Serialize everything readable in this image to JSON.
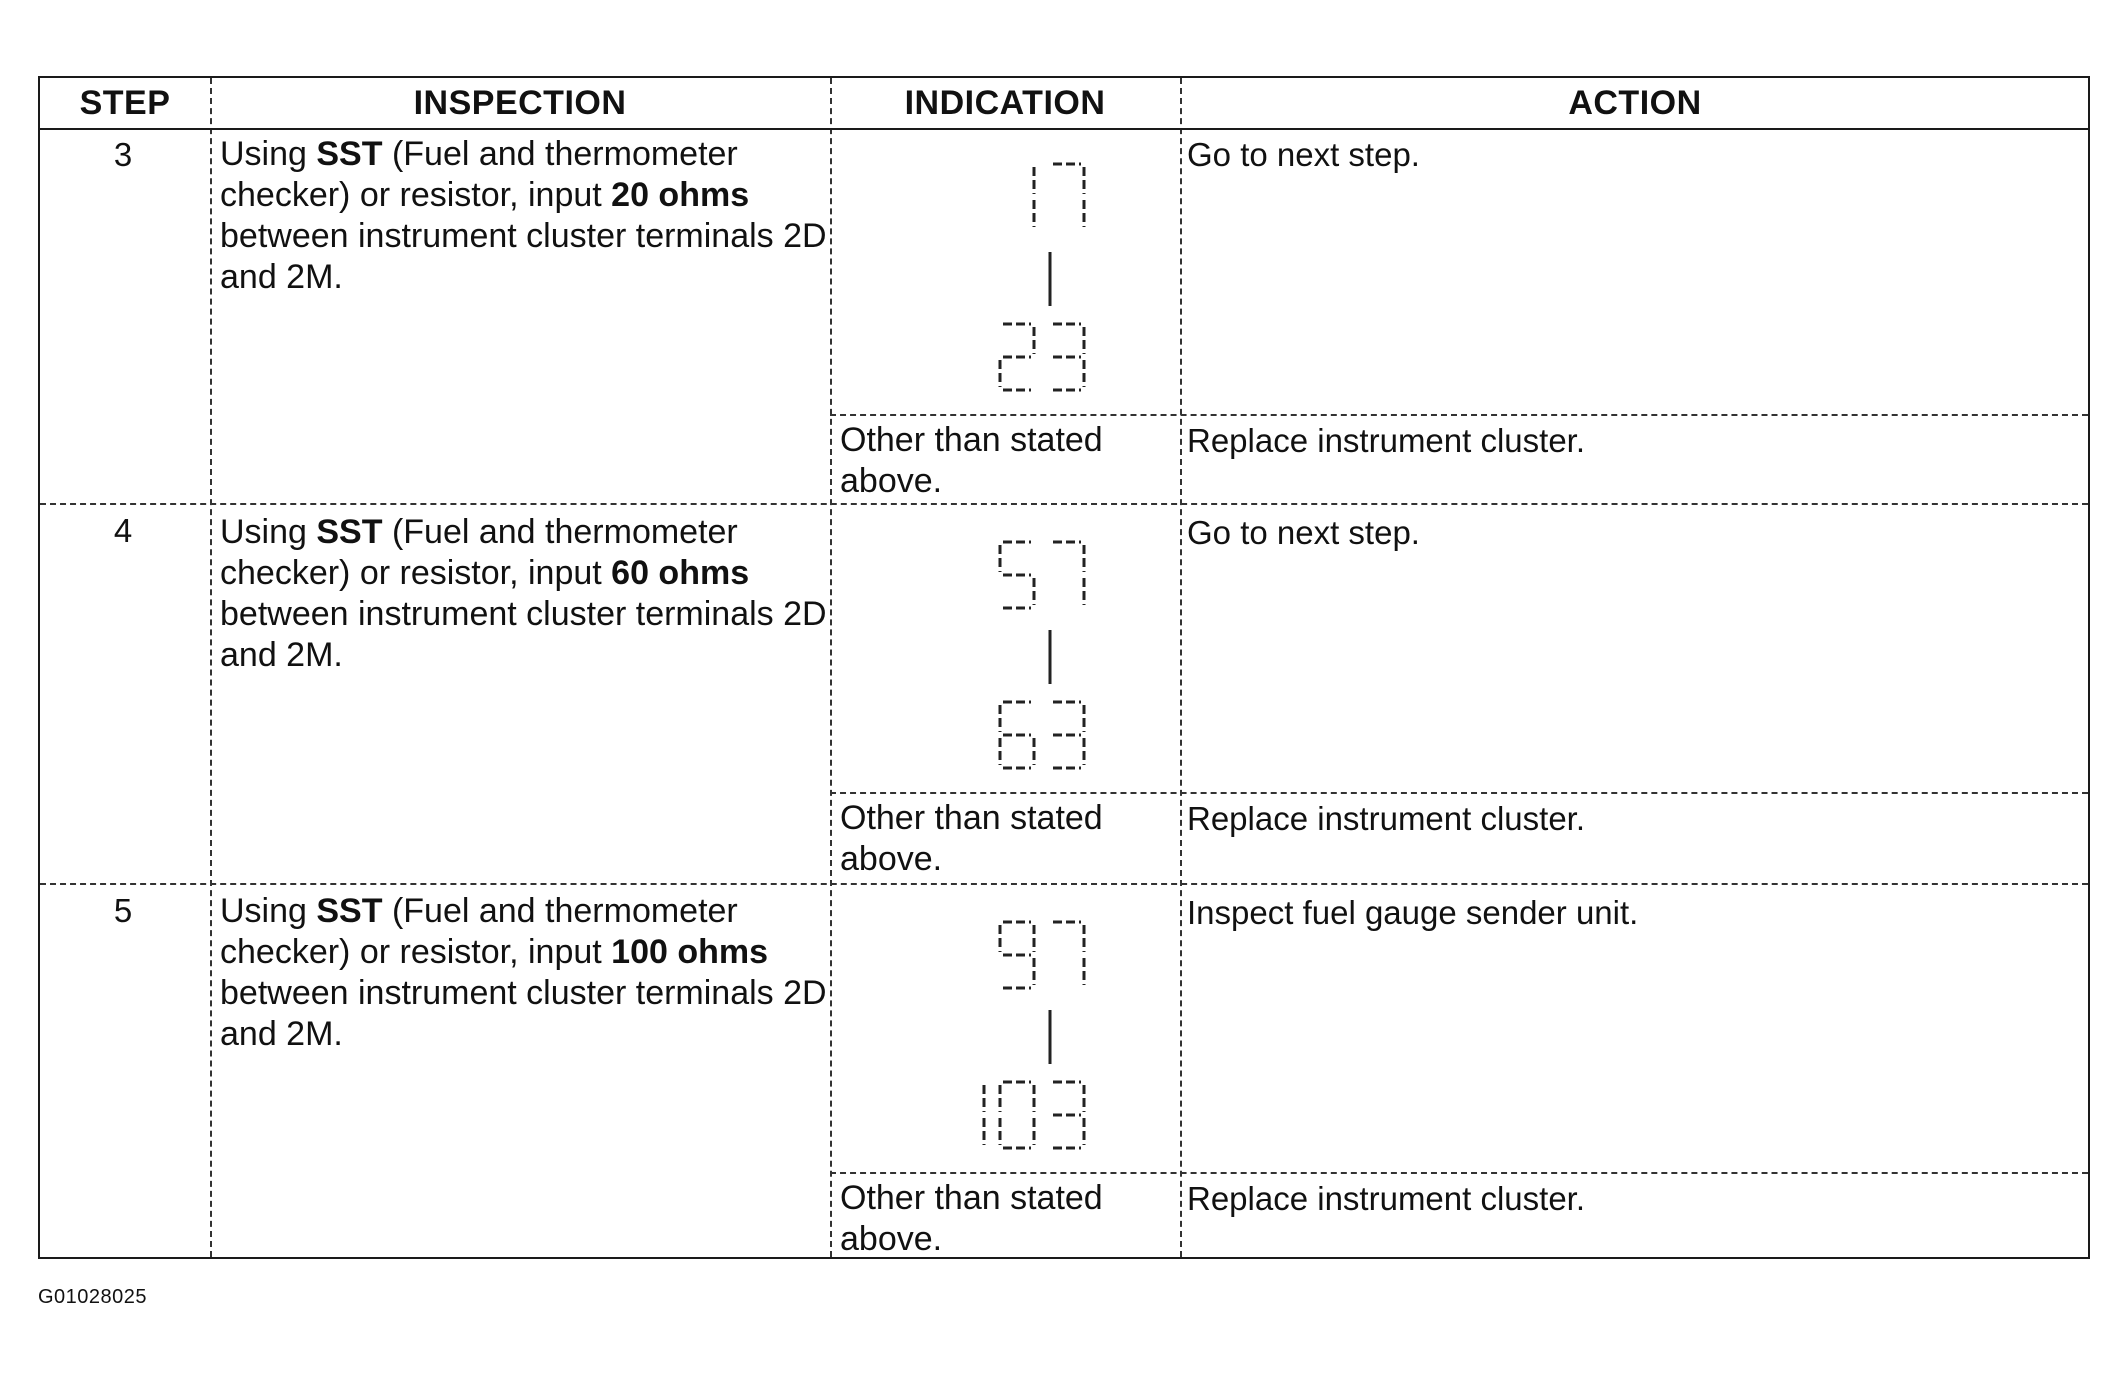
{
  "header": {
    "step": "STEP",
    "inspection": "INSPECTION",
    "indication": "INDICATION",
    "action": "ACTION"
  },
  "rows": [
    {
      "step": "3",
      "inspection": {
        "pre": "Using ",
        "sst": "SST",
        "mid": " (Fuel and thermometer checker) or resistor, input ",
        "ohms": "20 ohms",
        "post": " between instrument cluster terminals 2D and 2M."
      },
      "indication_low": "017",
      "indication_high": "023",
      "action_ok": "Go to next step.",
      "other_than": "Other than stated above.",
      "action_ng": "Replace instrument cluster."
    },
    {
      "step": "4",
      "inspection": {
        "pre": "Using ",
        "sst": "SST",
        "mid": " (Fuel and thermometer checker) or resistor, input ",
        "ohms": "60 ohms",
        "post": " between instrument cluster terminals 2D and 2M."
      },
      "indication_low": "057",
      "indication_high": "063",
      "action_ok": "Go to next step.",
      "other_than": "Other than stated above.",
      "action_ng": "Replace instrument cluster."
    },
    {
      "step": "5",
      "inspection": {
        "pre": "Using ",
        "sst": "SST",
        "mid": " (Fuel and thermometer checker) or resistor, input ",
        "ohms": "100 ohms",
        "post": " between instrument cluster terminals 2D and 2M."
      },
      "indication_low": "097",
      "indication_high": "103",
      "action_ok": "Inspect fuel gauge sender unit.",
      "other_than": "Other than stated above.",
      "action_ng": "Replace instrument cluster."
    }
  ],
  "figure_code": "G01028025"
}
